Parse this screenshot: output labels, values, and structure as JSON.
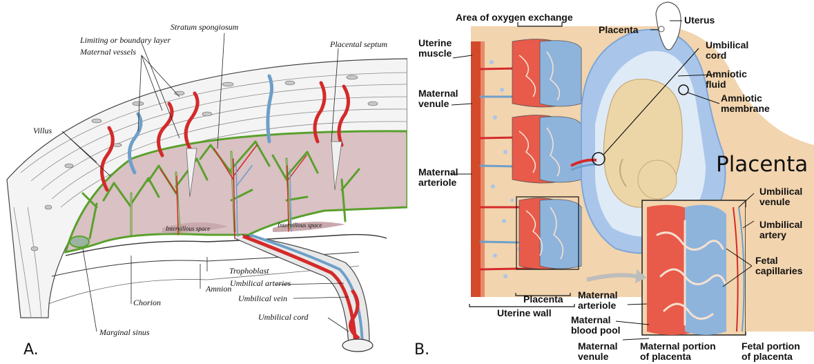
{
  "panel_a": {
    "letter": "A.",
    "labels": {
      "stratum_spongiosum": "Stratum spongiosum",
      "limiting_layer": "Limiting or boundary layer",
      "maternal_vessels": "Maternal vessels",
      "placental_septum": "Placental septum",
      "villus": "Villus",
      "intervillous_space_1": "Intervillous space",
      "intervillous_space_2": "Intervillous space",
      "trophoblast": "Trophoblast",
      "amnion": "Amnion",
      "umbilical_arteries": "Umbilical arteries",
      "umbilical_vein": "Umbilical vein",
      "umbilical_cord": "Umbilical cord",
      "chorion": "Chorion",
      "marginal_sinus": "Marginal sinus"
    }
  },
  "panel_b": {
    "letter": "B.",
    "title": "Placenta",
    "labels": {
      "area_oxygen": "Area of oxygen exchange",
      "placenta_top": "Placenta",
      "uterus": "Uterus",
      "uterine_muscle": "Uterine\nmuscle",
      "umbilical_cord": "Umbilical\ncord",
      "amniotic_fluid": "Amniotic\nfluid",
      "amniotic_membrane": "Amniotic\nmembrane",
      "maternal_venule_left": "Maternal\nvenule",
      "maternal_arteriole_left": "Maternal\narteriole",
      "umbilical_venule": "Umbilical\nvenule",
      "umbilical_artery": "Umbilical\nartery",
      "fetal_capillaries": "Fetal\ncapillaries",
      "maternal_arteriole_bottom": "Maternal\narteriole",
      "maternal_blood_pool": "Maternal\nblood pool",
      "maternal_venule_bottom": "Maternal\nvenule",
      "placenta_bottom": "Placenta",
      "uterine_wall": "Uterine wall",
      "maternal_portion": "Maternal portion\nof placenta",
      "fetal_portion": "Fetal portion\nof placenta"
    }
  },
  "colors": {
    "artery_red": "#d42a2a",
    "vein_blue": "#6e9fc9",
    "villus_green": "#5aa02c",
    "tissue_tan": "#f2d4ae",
    "amniotic_blue": "#a9c6ea"
  }
}
